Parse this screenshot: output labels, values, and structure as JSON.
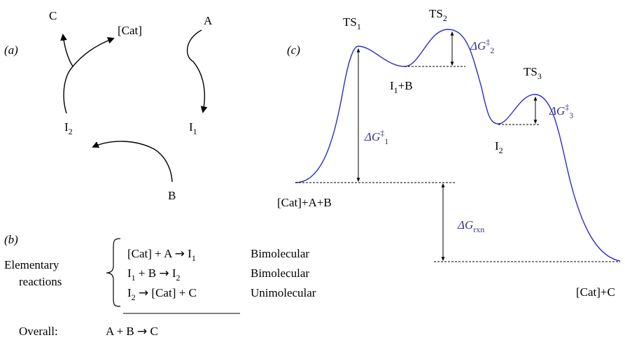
{
  "panels": {
    "a": "(a)",
    "b": "(b)",
    "c": "(c)"
  },
  "cycle": {
    "cat": "[Cat]",
    "A": "A",
    "B": "B",
    "C": "C",
    "I1_base": "I",
    "I1_sub": "1",
    "I2_base": "I",
    "I2_sub": "2"
  },
  "reactions": {
    "group_label_1": "Elementary",
    "group_label_2": "reactions",
    "rows": [
      {
        "lhs_pre": "[Cat] + A ",
        "arrow": "→",
        "rhs_base": " I",
        "rhs_sub": "1",
        "rhs_post": "",
        "type": "Bimolecular"
      },
      {
        "lhs_pre": "I",
        "lhs_sub": "1",
        "lhs_post": " + B ",
        "arrow": "→",
        "rhs_base": " I",
        "rhs_sub": "2",
        "rhs_post": "",
        "type": "Bimolecular"
      },
      {
        "lhs_pre": "I",
        "lhs_sub": "2",
        "lhs_post": " ",
        "arrow": "→",
        "rhs_base": " [Cat] + C",
        "rhs_sub": "",
        "rhs_post": "",
        "type": "Unimolecular"
      }
    ],
    "overall_label": "Overall:",
    "overall_lhs": "A + B ",
    "overall_arrow": "→",
    "overall_rhs": " C"
  },
  "profile": {
    "curve_color": "#2a2acc",
    "label_color": "#33338a",
    "states": {
      "start": "[Cat]+A+B",
      "ts1_base": "TS",
      "ts1_sub": "1",
      "ts2_base": "TS",
      "ts2_sub": "2",
      "ts3_base": "TS",
      "ts3_sub": "3",
      "i1_base": "I",
      "i1_sub": "1",
      "i1_post": "+B",
      "i2_base": "I",
      "i2_sub": "2",
      "end": "[Cat]+C"
    },
    "barriers": {
      "dg": "ΔG",
      "ddagger": "‡",
      "dg1_sub": "1",
      "dg2_sub": "2",
      "dg3_sub": "3",
      "rxn_sub": "rxn"
    }
  }
}
